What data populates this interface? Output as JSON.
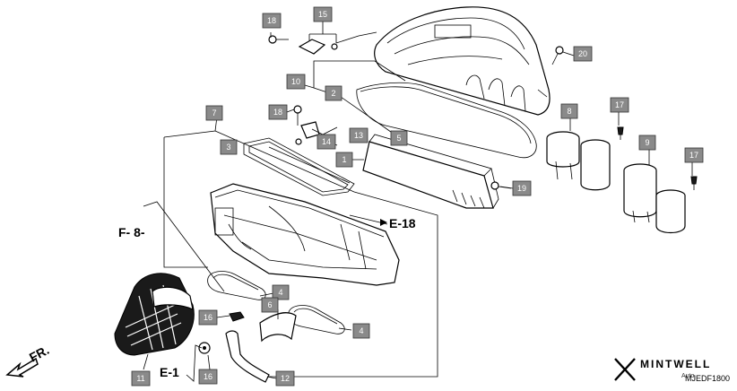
{
  "callouts": {
    "c1": "1",
    "c2": "2",
    "c3": "3",
    "c4a": "4",
    "c4b": "4",
    "c5": "5",
    "c6": "6",
    "c7": "7",
    "c8": "8",
    "c9": "9",
    "c10": "10",
    "c11": "11",
    "c12": "12",
    "c13": "13",
    "c14": "14",
    "c15": "15",
    "c16a": "16",
    "c16b": "16",
    "c17a": "17",
    "c17b": "17",
    "c18a": "18",
    "c18b": "18",
    "c19": "19",
    "c20": "20"
  },
  "references": {
    "e18": "E-18",
    "f8": "F-  8-",
    "e1": "E-1",
    "fr": "FR."
  },
  "brand": {
    "name": "MINTWELL",
    "sub": "Auto",
    "drawing_code": "MJEDF1800"
  }
}
